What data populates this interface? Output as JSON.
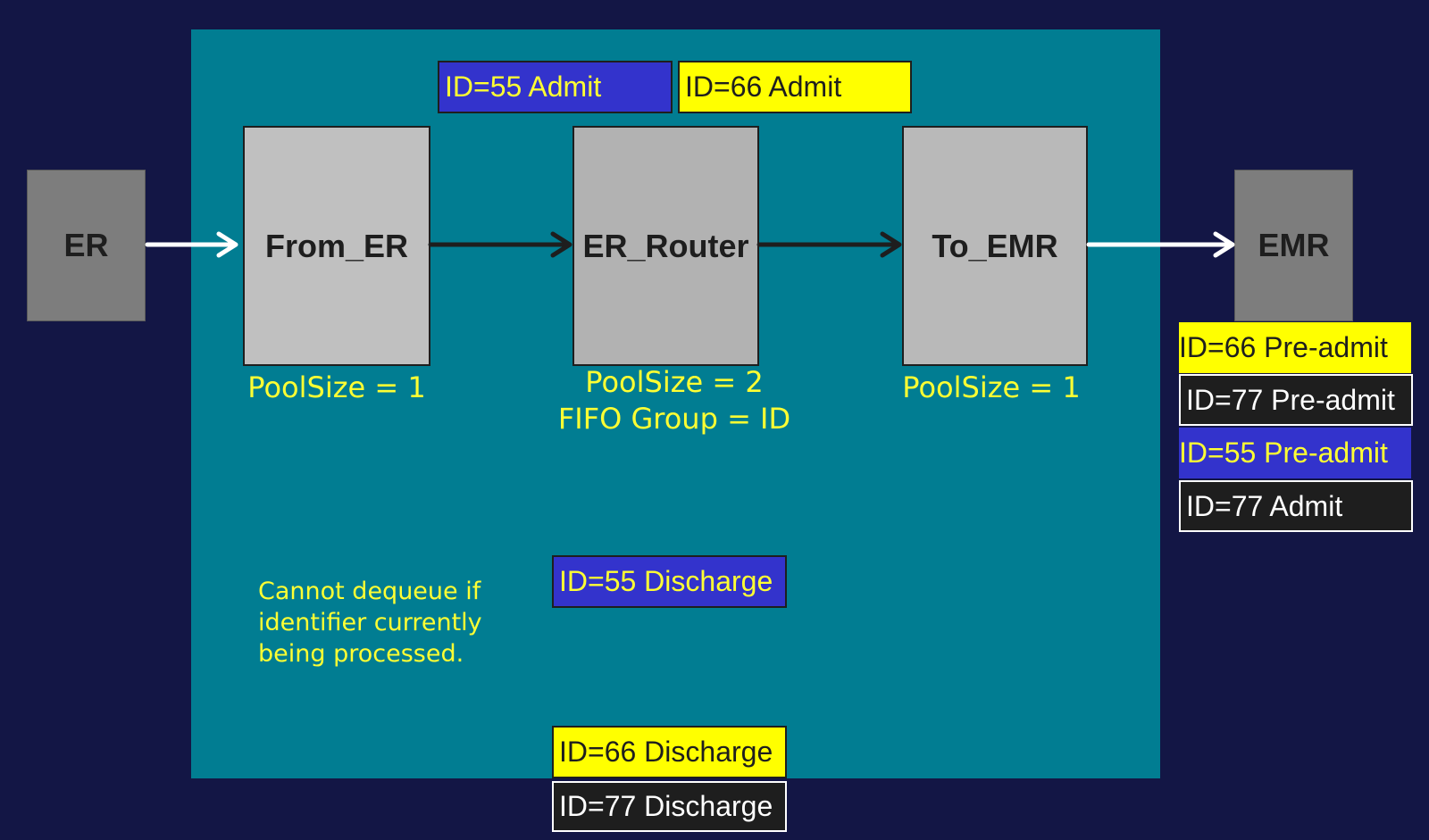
{
  "endpoints": {
    "source": "ER",
    "destination": "EMR"
  },
  "nodes": [
    {
      "name": "From_ER",
      "pool_size": "PoolSize = 1"
    },
    {
      "name": "ER_Router",
      "pool_size": "PoolSize = 2",
      "fifo_group": "FIFO Group = ID"
    },
    {
      "name": "To_EMR",
      "pool_size": "PoolSize = 1"
    }
  ],
  "note": {
    "lines": [
      "Cannot dequeue if",
      "identifier currently",
      "being processed."
    ]
  },
  "queued_messages": [
    {
      "label": "ID=55 Admit",
      "color": "blue"
    },
    {
      "label": "ID=66 Admit",
      "color": "yellow"
    }
  ],
  "pending_messages": [
    {
      "label": "ID=55 Discharge",
      "color": "blue"
    },
    {
      "label": "ID=66 Discharge",
      "color": "yellow"
    },
    {
      "label": "ID=77 Discharge",
      "color": "black"
    }
  ],
  "delivered_messages": [
    {
      "label": "ID=66 Pre-admit",
      "color": "yellow"
    },
    {
      "label": "ID=77 Pre-admit",
      "color": "black"
    },
    {
      "label": "ID=55 Pre-admit",
      "color": "blue"
    },
    {
      "label": "ID=77 Admit",
      "color": "black"
    }
  ],
  "colors": {
    "background": "#131645",
    "panel": "#017d92",
    "blue": "#3333cc",
    "yellow": "#ffff00",
    "black": "#1e1e1e",
    "label_text": "#ffff33"
  }
}
